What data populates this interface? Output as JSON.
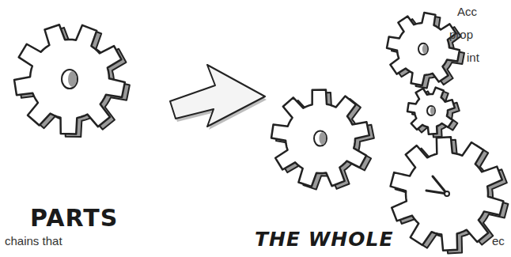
{
  "diagram": {
    "labels": [
      "PARTS",
      "THE WHOLE",
      "Acc",
      "prop",
      "int",
      "chains that",
      "ec"
    ]
  }
}
